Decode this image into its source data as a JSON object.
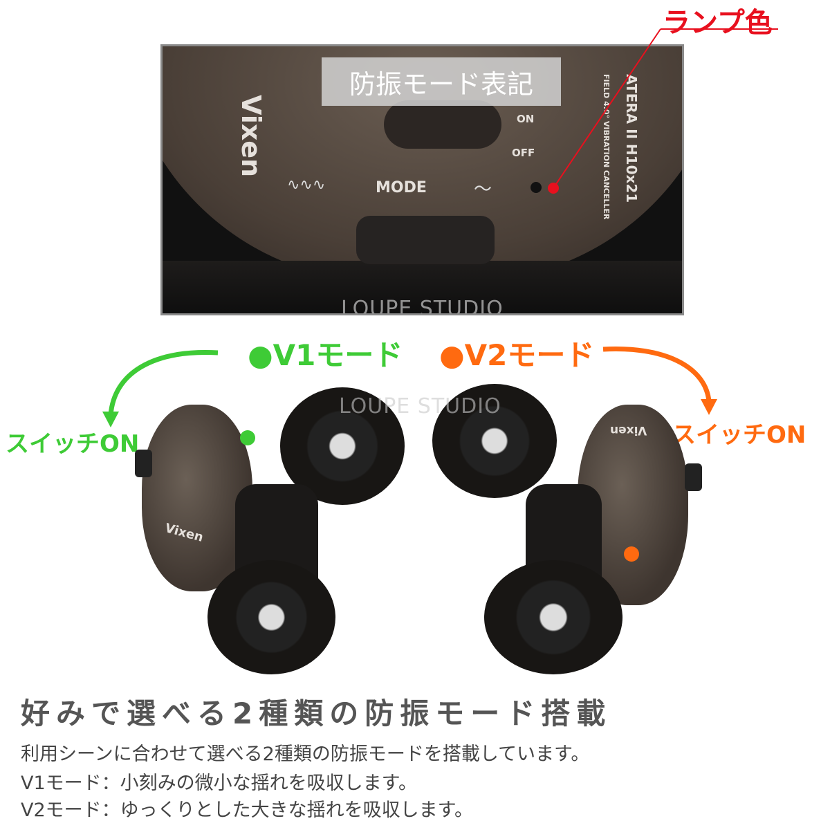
{
  "lamp_label": "ランプ色",
  "top_photo": {
    "mode_label": "防振モード表記",
    "brand": "Vixen",
    "on": "ON",
    "off": "OFF",
    "mode": "MODE",
    "model": "ATERA II H10x21",
    "sub": "FIELD 4.0° VIBRATION CANCELLER",
    "wave_left": "∿∿∿",
    "wave_right": "～",
    "watermark": "LOUPE STUDIO"
  },
  "modes": {
    "v1": "●V1モード",
    "v2": "●V2モード",
    "v1_switch": "スイッチON",
    "v2_switch": "スイッチON",
    "v1_color": "#3ecb36",
    "v2_color": "#ff6a10",
    "watermark": "LOUPE STUDIO",
    "brand": "Vixen"
  },
  "heading": "好みで選べる2種類の防振モード搭載",
  "body": [
    "利用シーンに合わせて選べる2種類の防振モードを搭載しています。",
    "V1モード：小刻みの微小な揺れを吸収します。",
    "V2モード：ゆっくりとした大きな揺れを吸収します。"
  ]
}
